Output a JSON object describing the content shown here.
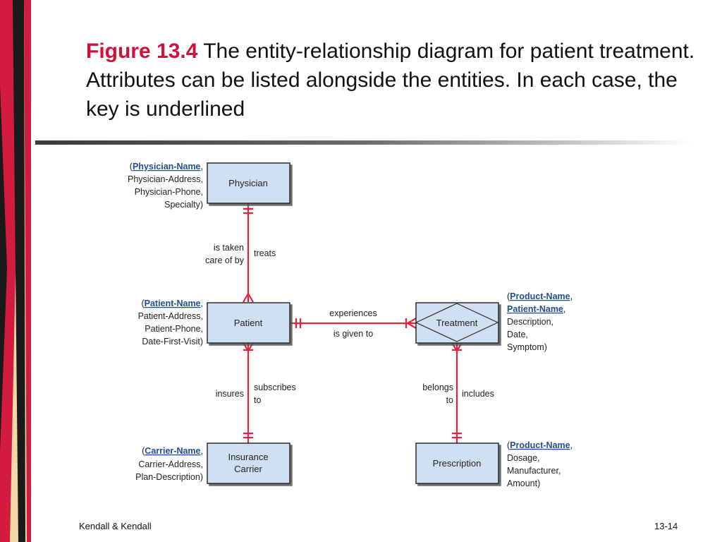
{
  "title": {
    "figure_label": "Figure 13.4",
    "text": "The entity-relationship diagram for patient treatment. Attributes can be listed alongside the entities. In each case, the key is underlined"
  },
  "entities": {
    "physician": "Physician",
    "patient": "Patient",
    "treatment": "Treatment",
    "insurance_carrier_line1": "Insurance",
    "insurance_carrier_line2": "Carrier",
    "prescription": "Prescription"
  },
  "relationships": {
    "physician_patient_left_1": "is taken",
    "physician_patient_left_2": "care of by",
    "physician_patient_right": "treats",
    "patient_treatment_top": "experiences",
    "patient_treatment_bottom": "is given to",
    "patient_insurance_left": "insures",
    "patient_insurance_right_1": "subscribes",
    "patient_insurance_right_2": "to",
    "treatment_prescription_left_1": "belongs",
    "treatment_prescription_left_2": "to",
    "treatment_prescription_right": "includes"
  },
  "attributes": {
    "physician": {
      "key": "Physician-Name",
      "lines": [
        "Physician-Address,",
        "Physician-Phone,",
        "Specialty)"
      ]
    },
    "patient": {
      "key": "Patient-Name",
      "lines": [
        "Patient-Address,",
        "Patient-Phone,",
        "Date-First-Visit)"
      ]
    },
    "insurance_carrier": {
      "key": "Carrier-Name",
      "lines": [
        "Carrier-Address,",
        "Plan-Description)"
      ]
    },
    "treatment": {
      "key1": "Product-Name",
      "key2": "Patient-Name",
      "lines": [
        "Description,",
        "Date,",
        "Symptom)"
      ]
    },
    "prescription": {
      "key": "Product-Name",
      "lines": [
        "Dosage,",
        "Manufacturer,",
        "Amount)"
      ]
    }
  },
  "footer": {
    "left": "Kendall & Kendall",
    "right": "13-14"
  },
  "colors": {
    "accent": "#d0103a",
    "line": "#e8203c",
    "entity_fill": "#cfe0f2",
    "key_text": "#1f4e96"
  }
}
